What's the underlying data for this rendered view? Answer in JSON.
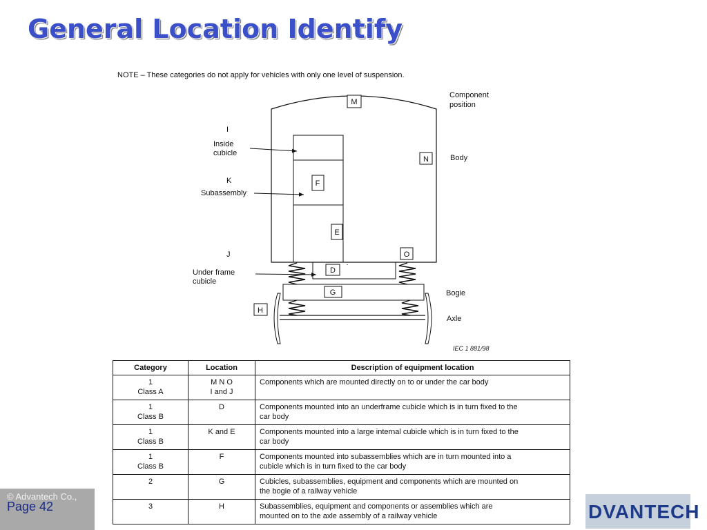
{
  "title": "General Location Identify",
  "diagram": {
    "note": "NOTE – These categories do not apply for vehicles with only one level of suspension.",
    "boxes": {
      "M": "M",
      "N": "N",
      "F": "F",
      "E": "E",
      "O": "O",
      "D": "D",
      "G": "G",
      "H": "H"
    },
    "labels": {
      "component_position_1": "Component",
      "component_position_2": "position",
      "body": "Body",
      "i": "I",
      "inside_1": "Inside",
      "inside_2": "cubicle",
      "k": "K",
      "subassembly": "Subassembly",
      "j": "J",
      "underframe_1": "Under frame",
      "underframe_2": "cubicle",
      "bogie": "Bogie",
      "axle": "Axle",
      "ref": "IEC  1 881/98"
    }
  },
  "table": {
    "headers": [
      "Category",
      "Location",
      "Description of equipment location"
    ],
    "rows": [
      {
        "cat1": "1",
        "cat2": "Class A",
        "loc1": "M N O",
        "loc2": "I and J",
        "desc1": "Components which are mounted directly on to or under the car body",
        "desc2": ""
      },
      {
        "cat1": "1",
        "cat2": "Class B",
        "loc1": "D",
        "loc2": "",
        "desc1": "Components mounted into an underframe cubicle which is in turn fixed to the",
        "desc2": "car body"
      },
      {
        "cat1": "1",
        "cat2": "Class B",
        "loc1": "K and E",
        "loc2": "",
        "desc1": "Components mounted into a large internal cubicle which is in turn fixed to the",
        "desc2": "car body"
      },
      {
        "cat1": "1",
        "cat2": "Class B",
        "loc1": "F",
        "loc2": "",
        "desc1": "Components mounted into subassemblies which are in turn mounted into a",
        "desc2": "cubicle which is in turn fixed to the car body"
      },
      {
        "cat1": "2",
        "cat2": "",
        "loc1": "G",
        "loc2": "",
        "desc1": "Cubicles, subassemblies, equipment and components which are mounted on",
        "desc2": "the bogie of a railway vehicle"
      },
      {
        "cat1": "3",
        "cat2": "",
        "loc1": "H",
        "loc2": "",
        "desc1": "Subassemblies, equipment and components or assemblies which are",
        "desc2": "mounted on to the axle assembly of a railway vehicle"
      }
    ]
  },
  "footer": {
    "copyright": "© Advantech Co.,",
    "page": "Page 42",
    "brand": "DVANTECH"
  }
}
